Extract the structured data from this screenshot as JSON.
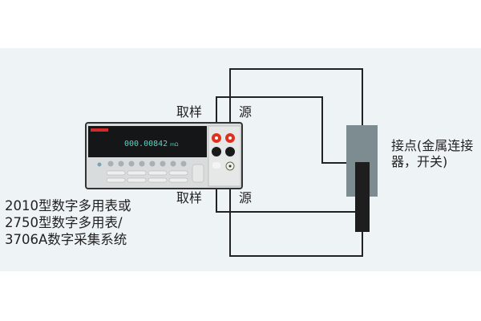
{
  "instrument": {
    "display_reading": "000.00842",
    "display_unit": "mΩ",
    "description_lines": [
      "2010型数字多用表或",
      "2750型数字多用表/",
      "3706A数字采集系统"
    ]
  },
  "labels": {
    "sense_top": "取样",
    "source_top": "源",
    "sense_bottom": "取样",
    "source_bottom": "源",
    "contact_lines": [
      "接点(金属连接",
      "器，开关)"
    ]
  },
  "colors": {
    "background": "#eef3f6",
    "wire": "#222222",
    "contact_outer": "#7d8c90",
    "contact_inner": "#1e1e1e",
    "terminal_red": "#e0301e"
  }
}
